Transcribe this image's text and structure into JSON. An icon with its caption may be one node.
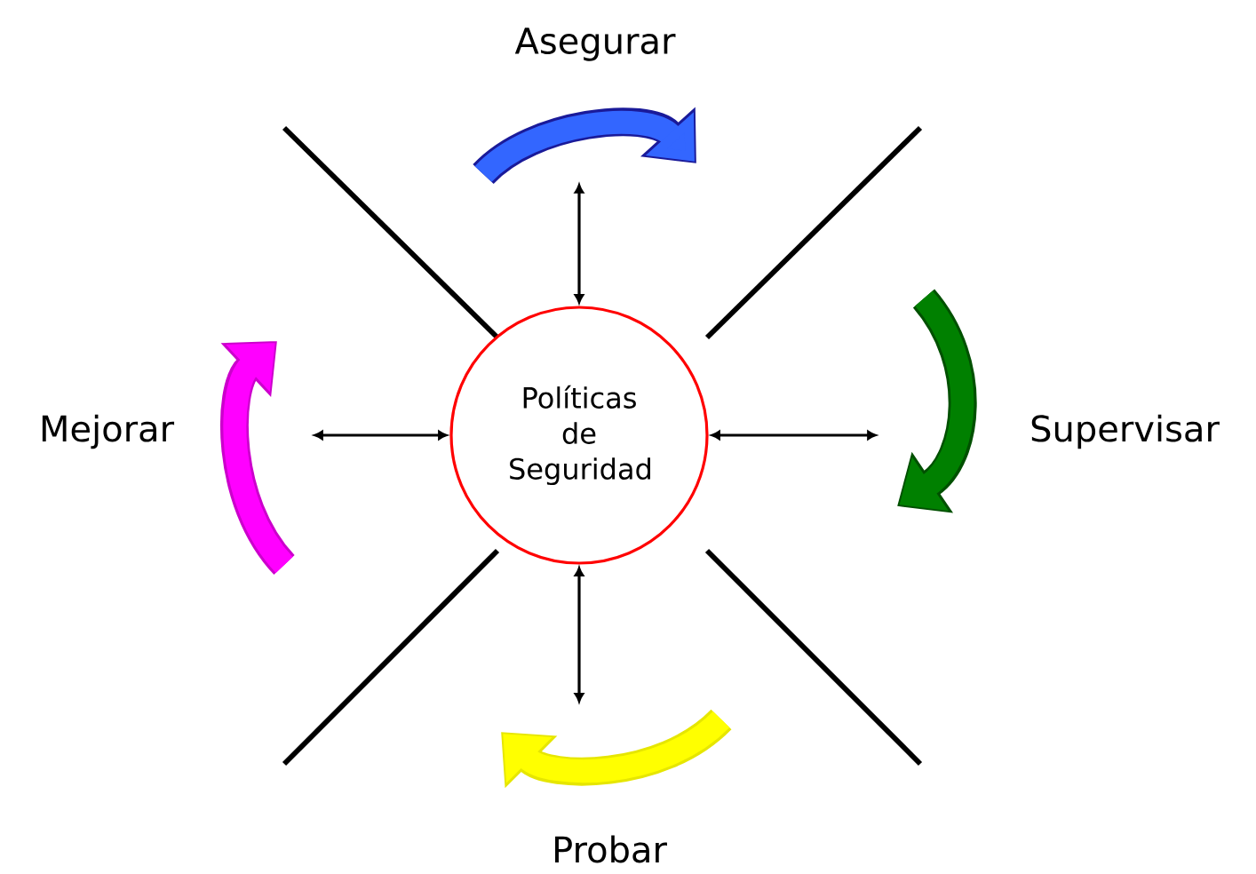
{
  "diagram": {
    "nodes": [
      {
        "text": [
          "Políticas de Seguridad"
        ]
      },
      {
        "text": [
          "Asegurar"
        ]
      },
      {
        "text": [
          "Supervisar"
        ]
      },
      {
        "text": [
          "Probar"
        ]
      },
      {
        "text": [
          "Mejorar"
        ]
      }
    ],
    "edges": [
      {
        "from": 0,
        "to": 1,
        "arrow": "both"
      },
      {
        "from": 0,
        "to": 2,
        "arrow": "both"
      },
      {
        "from": 0,
        "to": 3,
        "arrow": "both"
      },
      {
        "from": 0,
        "to": 4,
        "arrow": "both"
      }
    ]
  }
}
